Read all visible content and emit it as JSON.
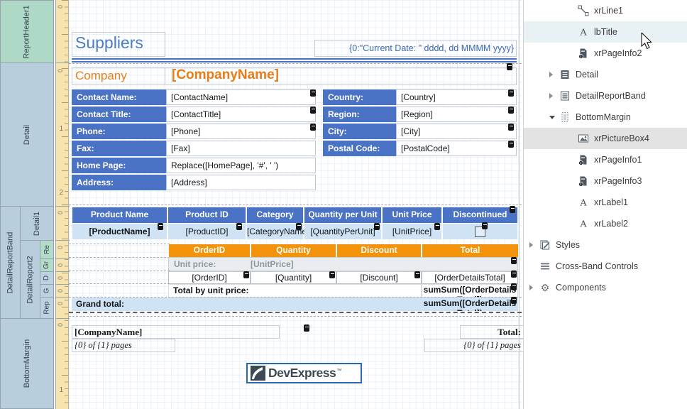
{
  "bands": {
    "report_header": "ReportHeader1",
    "detail": "Detail",
    "detail_report_band": "DetailReportBand",
    "detail1": "Detail1",
    "detail_report2": "DetailReport2",
    "sub_bands": [
      "Re",
      "Gr",
      "D",
      "G",
      "Rep"
    ],
    "bottom_margin": "BottomMargin"
  },
  "ruler": {
    "zero_label": "0",
    "marks": [
      "1",
      "2",
      "1"
    ]
  },
  "report": {
    "title": "Suppliers",
    "date_field": "{0:\"Current Date: \" dddd, dd MMMM yyyy}",
    "company_label": "Company",
    "company_field": "[CompanyName]",
    "contact_rows": [
      {
        "label": "Contact Name:",
        "value": "[ContactName]"
      },
      {
        "label": "Contact Title:",
        "value": "[ContactTitle]"
      },
      {
        "label": "Phone:",
        "value": "[Phone]"
      },
      {
        "label": "Fax:",
        "value": "[Fax]"
      },
      {
        "label": "Home Page:",
        "value": "Replace([HomePage], '#', ' ')"
      },
      {
        "label": "Address:",
        "value": "[Address]"
      }
    ],
    "location_rows": [
      {
        "label": "Country:",
        "value": "[Country]"
      },
      {
        "label": "Region:",
        "value": "[Region]"
      },
      {
        "label": "City:",
        "value": "[City]"
      },
      {
        "label": "Postal Code:",
        "value": "[PostalCode]"
      }
    ],
    "product_table": {
      "headers": [
        "Product Name",
        "Product ID",
        "Category",
        "Quantity per Unit",
        "Unit Price",
        "Discontinued"
      ],
      "fields": [
        "[ProductName]",
        "[ProductID]",
        "[CategoryName]",
        "[QuantityPerUnit]",
        "[UnitPrice]"
      ]
    },
    "order_table": {
      "headers": [
        "OrderID",
        "Quantity",
        "Discount",
        "Total"
      ],
      "unit_price_label": "Unit price:",
      "unit_price_field": "[UnitPrice]",
      "fields": [
        "[OrderID]",
        "[Quantity]",
        "[Discount]",
        "[OrderDetailsTotal]"
      ],
      "group_total_label": "Total by unit price:",
      "group_total_field": "sumSum([OrderDetailsTotal])",
      "grand_total_label": "Grand total:",
      "grand_total_field": "sumSum([OrderDetailsTotal])"
    },
    "bottom": {
      "company_field": "[CompanyName]",
      "total_label": "Total:",
      "pages_left": "{0} of {1} pages",
      "pages_right": "{0} of {1} pages",
      "logo_text": "DevExpress",
      "logo_tm": "™"
    }
  },
  "colors": {
    "accent_blue": "#4a73c5",
    "light_blue_row": "#cfe3f5",
    "accent_orange": "#f2930b",
    "orange_text": "#e87d18",
    "title_blue": "#4b7ec3",
    "band_teal": "#aed9c7",
    "band_blue": "#b8cedc"
  },
  "explorer": {
    "items": [
      {
        "label": "xrLine1"
      },
      {
        "label": "lbTitle"
      },
      {
        "label": "xrPageInfo2"
      },
      {
        "label": "Detail"
      },
      {
        "label": "DetailReportBand"
      },
      {
        "label": "BottomMargin"
      },
      {
        "label": "xrPictureBox4"
      },
      {
        "label": "xrPageInfo1"
      },
      {
        "label": "xrPageInfo3"
      },
      {
        "label": "xrLabel1"
      },
      {
        "label": "xrLabel2"
      },
      {
        "label": "Styles"
      },
      {
        "label": "Cross-Band Controls"
      },
      {
        "label": "Components"
      }
    ]
  }
}
